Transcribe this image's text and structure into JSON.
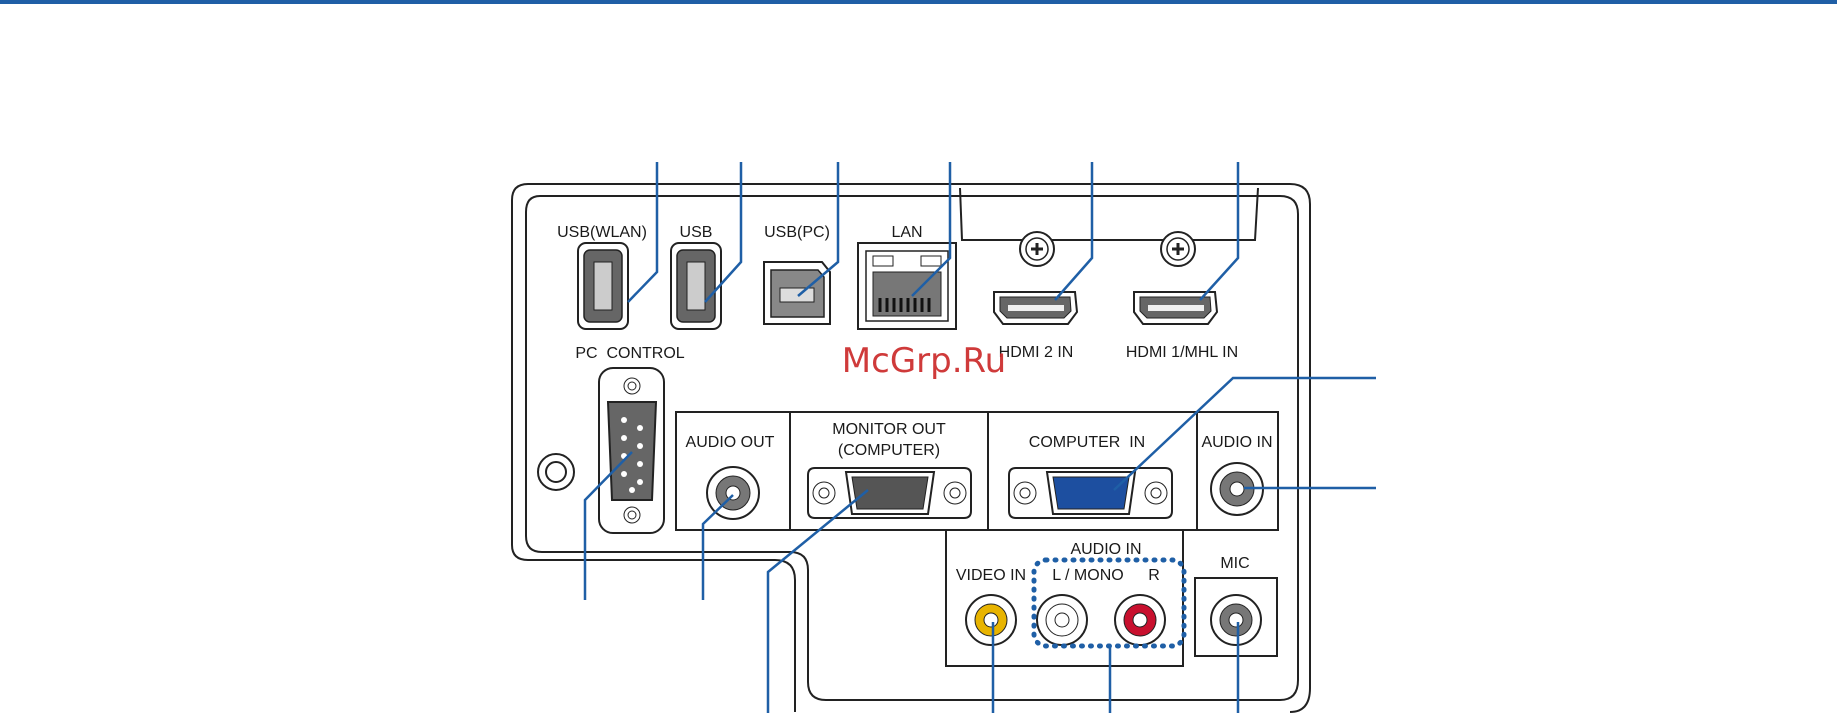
{
  "labels": {
    "usb_wlan": "USB(WLAN)",
    "usb": "USB",
    "usb_pc": "USB(PC)",
    "lan": "LAN",
    "hdmi2": "HDMI 2 IN",
    "hdmi1": "HDMI 1/MHL IN",
    "pc_control": "PC  CONTROL",
    "audio_out": "AUDIO OUT",
    "monitor_out_1": "MONITOR OUT",
    "monitor_out_2": "(COMPUTER)",
    "computer_in": "COMPUTER  IN",
    "audio_in": "AUDIO IN",
    "video_in": "VIDEO IN",
    "audio_in_rca": "AUDIO IN",
    "l_mono": "L / MONO",
    "r": "R",
    "mic": "MIC"
  },
  "watermark": "McGrp.Ru",
  "colors": {
    "accent_blue": "#1f5fa6",
    "video_yellow": "#e8b400",
    "audio_red": "#c8102e",
    "vga_blue": "#1d4fa0"
  }
}
